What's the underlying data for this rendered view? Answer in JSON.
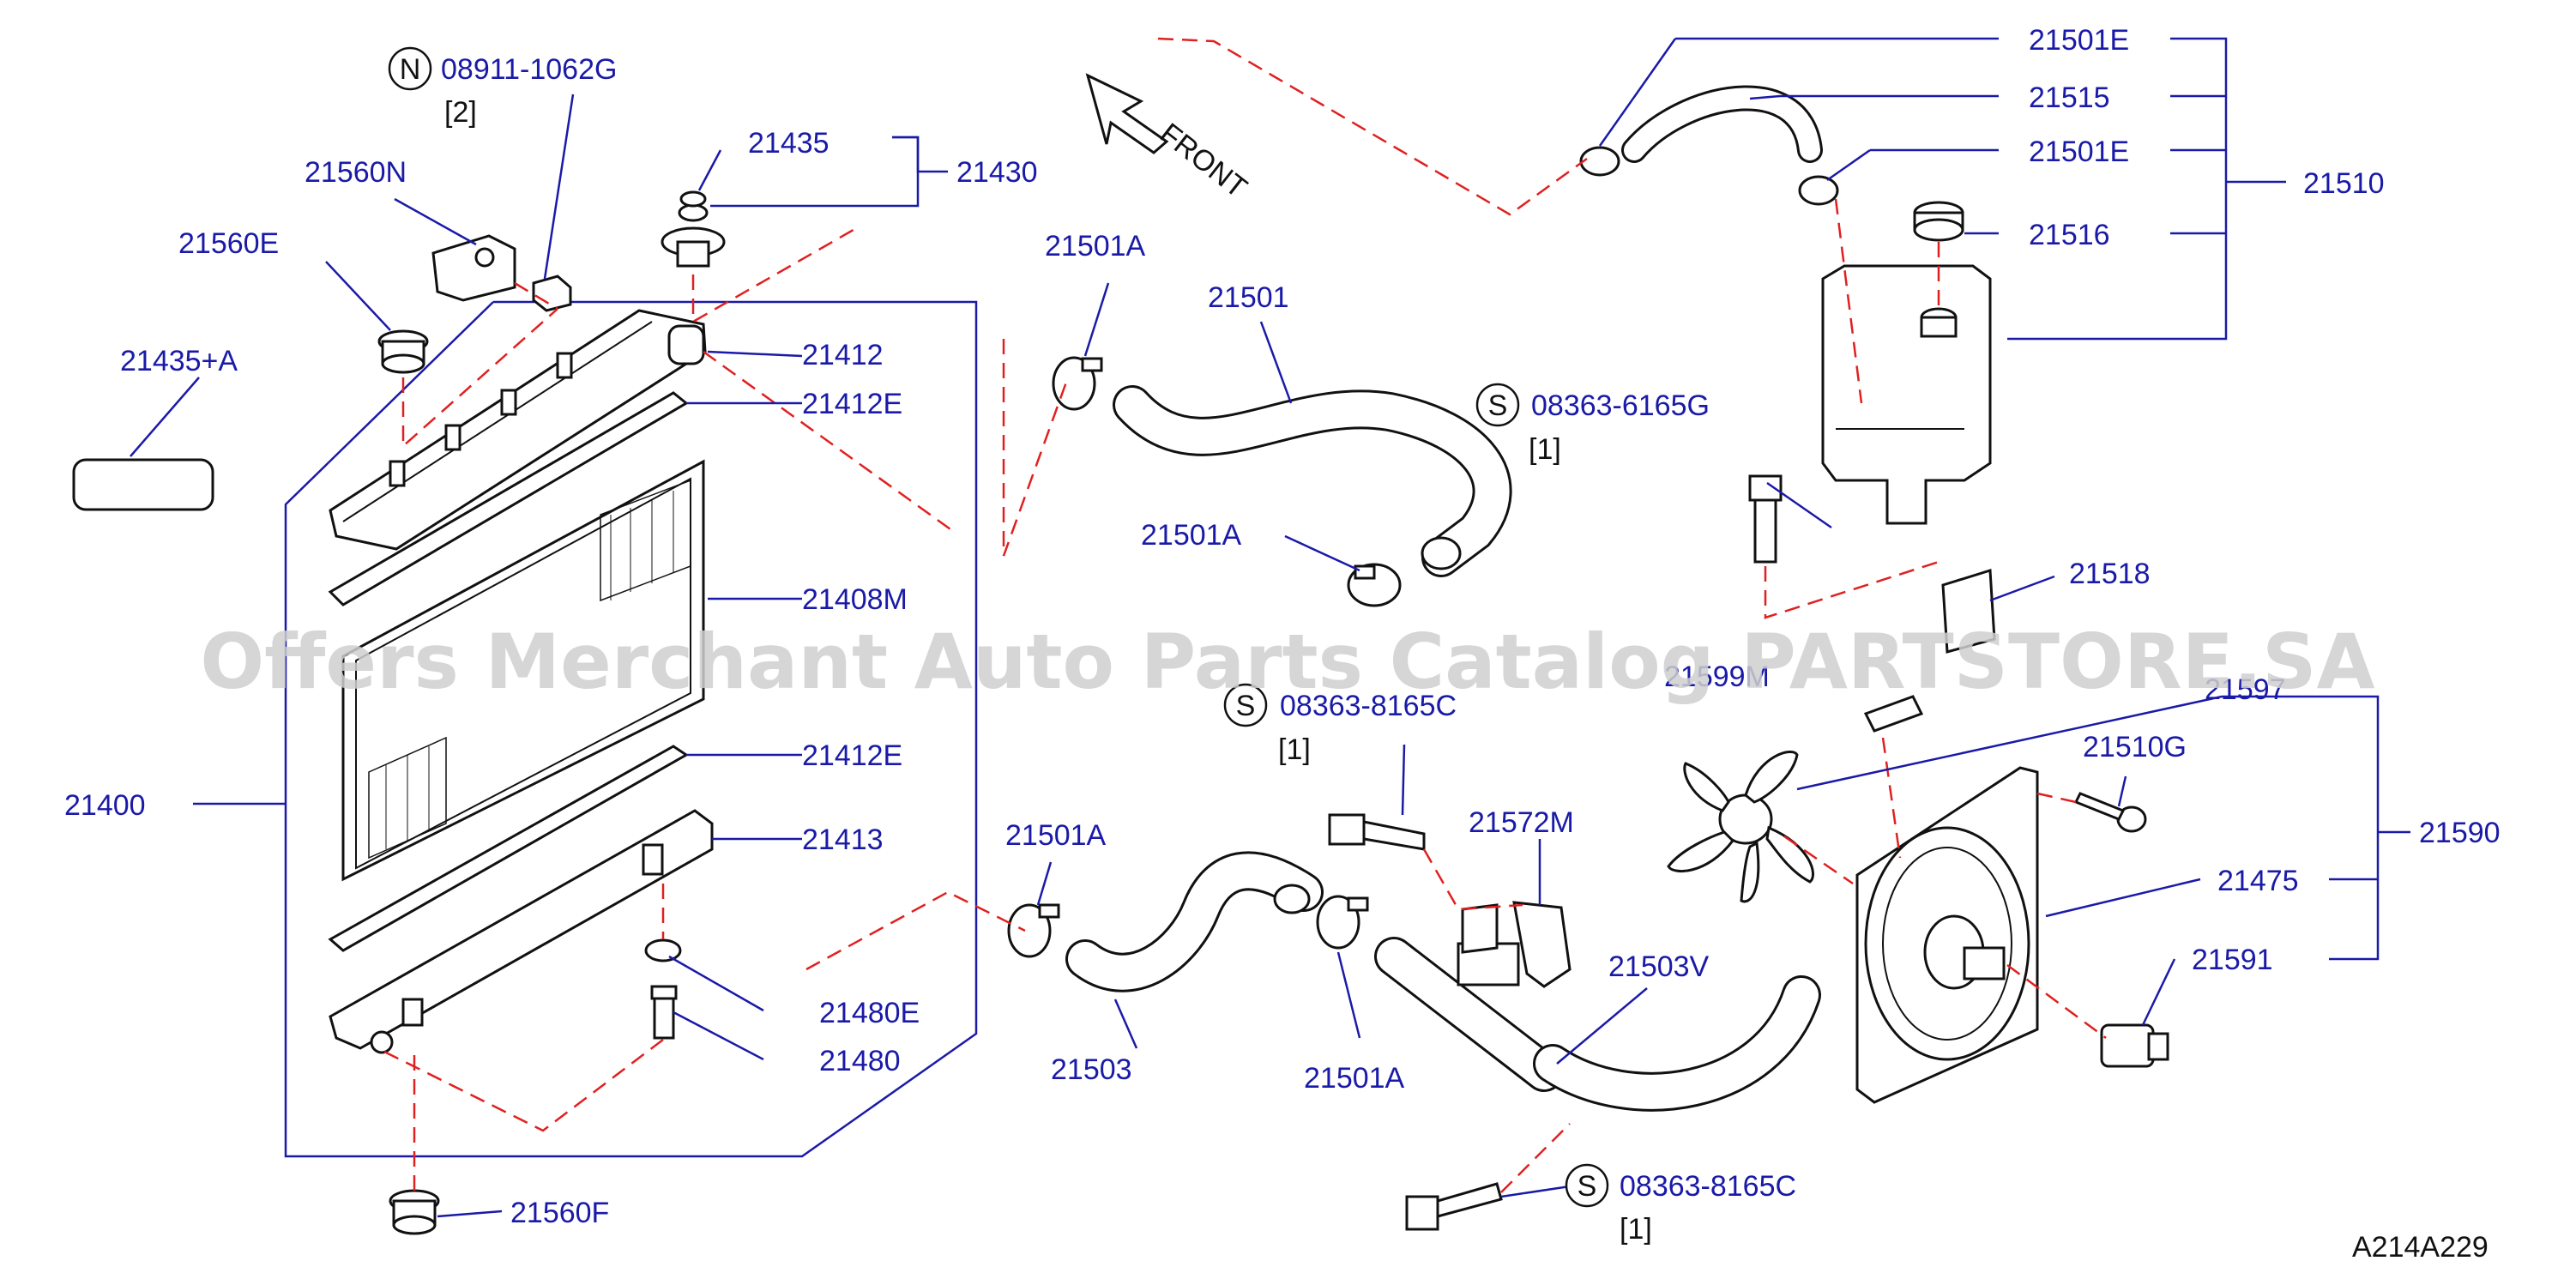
{
  "watermark": "Offers Merchant Auto Parts Catalog PARTSTORE.SA",
  "figure_code": "A214A229",
  "front_label": "FRONT",
  "symbols": {
    "n": "N",
    "s": "S"
  },
  "callouts": {
    "c08911_1062g": "08911-1062G",
    "c08911_qty": "[2]",
    "c21560n": "21560N",
    "c21560e": "21560E",
    "c21435a": "21435+A",
    "c21435": "21435",
    "c21430": "21430",
    "c21412": "21412",
    "c21412e_top": "21412E",
    "c21408m": "21408M",
    "c21412e_bot": "21412E",
    "c21413": "21413",
    "c21400": "21400",
    "c21480e": "21480E",
    "c21480": "21480",
    "c21560f": "21560F",
    "c21501a_1": "21501A",
    "c21501": "21501",
    "c21501a_2": "21501A",
    "c21501a_3": "21501A",
    "c21503": "21503",
    "c21501a_4": "21501A",
    "c08363_6165g": "08363-6165G",
    "c08363_6165g_qty": "[1]",
    "c08363_8165c_a": "08363-8165C",
    "c08363_8165c_a_qty": "[1]",
    "c21572m": "21572M",
    "c21503v": "21503V",
    "c08363_8165c_b": "08363-8165C",
    "c08363_8165c_b_qty": "[1]",
    "c21501e_1": "21501E",
    "c21515": "21515",
    "c21501e_2": "21501E",
    "c21516": "21516",
    "c21510": "21510",
    "c21518": "21518",
    "c21599": "21599M",
    "c21597": "21597",
    "c21510g": "21510G",
    "c21590": "21590",
    "c21475": "21475",
    "c21591": "21591"
  },
  "colors": {
    "label": "#1a1aa8",
    "dashed": "#e02020",
    "parts": "#111111"
  }
}
